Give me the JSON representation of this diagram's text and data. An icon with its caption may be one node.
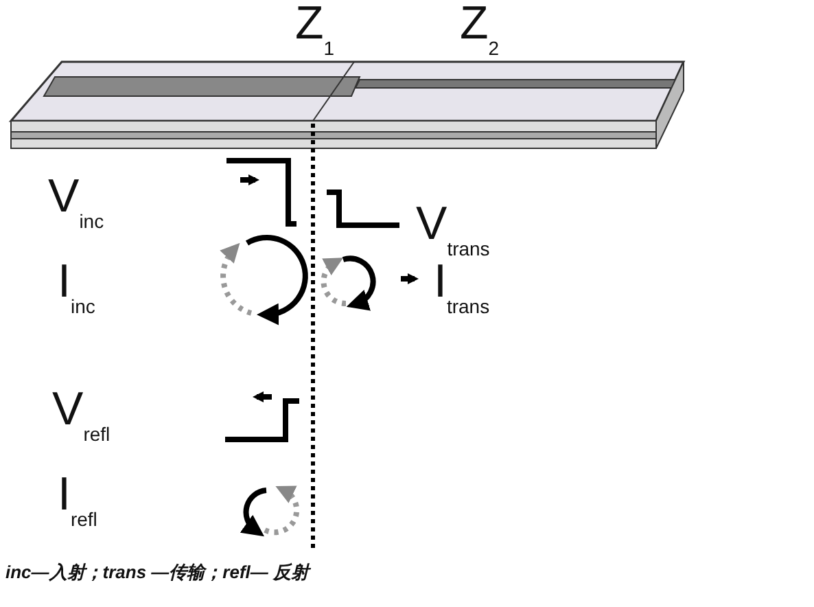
{
  "diagram": {
    "labels": [
      "Z$_{1}$",
      "Z$_{2}$",
      "V$_{inc}$",
      "V$_{trans}$",
      "I$_{inc}$",
      "I$_{trans}$",
      "V$_{refl}$",
      "I$_{refl}$",
      "inc—入射；trans —传输；refl— 反射"
    ]
  }
}
